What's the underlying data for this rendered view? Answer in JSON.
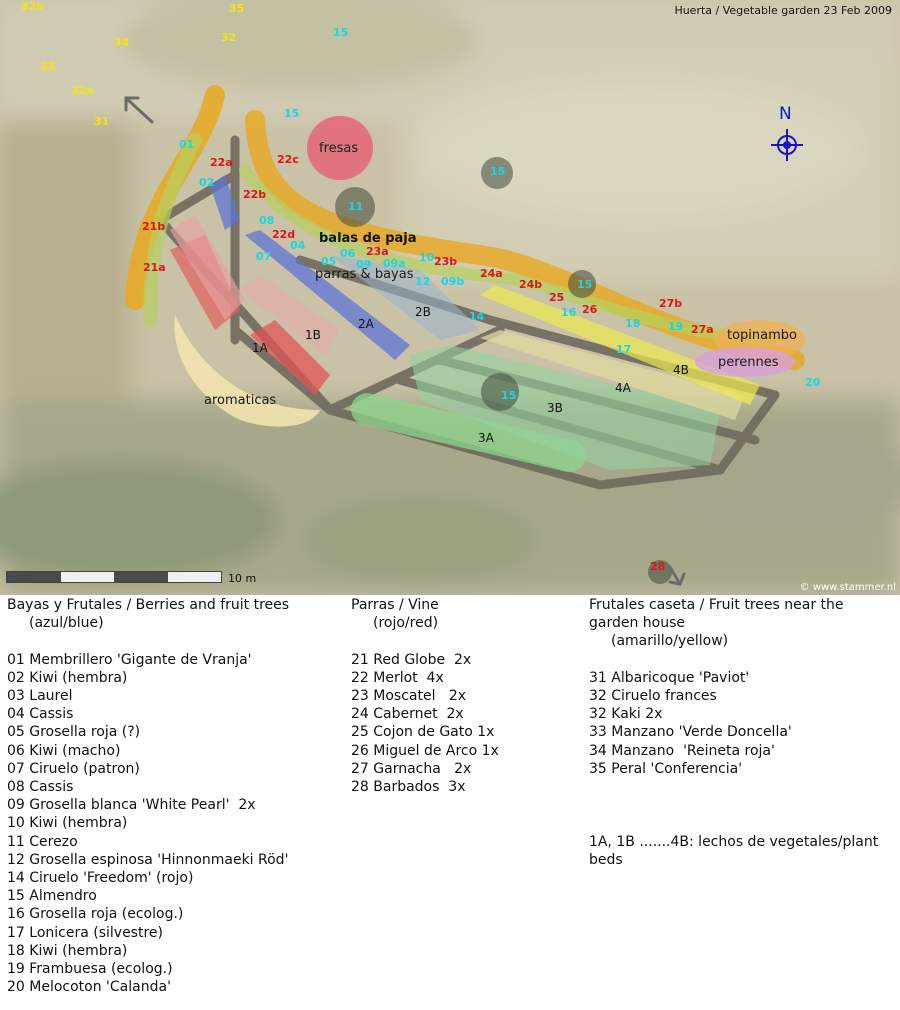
{
  "map": {
    "title": "Huerta / Vegetable garden 23 Feb 2009",
    "credit": "© www.stammer.nl",
    "scale_label": "10 m",
    "north_label": "N",
    "area_labels": {
      "fresas": "fresas",
      "balas": "balas de paja",
      "parras": "parras & bayas",
      "aromaticas": "aromaticas",
      "topinambo": "topinambo",
      "perennes": "perennes"
    },
    "bed_labels": {
      "b1A": "1A",
      "b1B": "1B",
      "b2A": "2A",
      "b2B": "2B",
      "b3A": "3A",
      "b3B": "3B",
      "b4A": "4A",
      "b4B": "4B"
    },
    "markers": [
      {
        "id": "m0",
        "text": "32b",
        "color": "yellow"
      },
      {
        "id": "m1",
        "text": "35",
        "color": "yellow"
      },
      {
        "id": "m2",
        "text": "34",
        "color": "yellow"
      },
      {
        "id": "m3",
        "text": "32",
        "color": "yellow"
      },
      {
        "id": "m4",
        "text": "33",
        "color": "yellow"
      },
      {
        "id": "m5",
        "text": "32a",
        "color": "yellow"
      },
      {
        "id": "m6",
        "text": "31",
        "color": "yellow"
      },
      {
        "id": "m7",
        "text": "15",
        "color": "blue"
      },
      {
        "id": "m8",
        "text": "15",
        "color": "blue"
      },
      {
        "id": "m9",
        "text": "01",
        "color": "blue"
      },
      {
        "id": "m10",
        "text": "22a",
        "color": "red"
      },
      {
        "id": "m11",
        "text": "22c",
        "color": "red"
      },
      {
        "id": "m12",
        "text": "15",
        "color": "blue"
      },
      {
        "id": "m13",
        "text": "02",
        "color": "blue"
      },
      {
        "id": "m14",
        "text": "22b",
        "color": "red"
      },
      {
        "id": "m15",
        "text": "11",
        "color": "blue"
      },
      {
        "id": "m16",
        "text": "21b",
        "color": "red"
      },
      {
        "id": "m17",
        "text": "08",
        "color": "blue"
      },
      {
        "id": "m18",
        "text": "22d",
        "color": "red"
      },
      {
        "id": "m19",
        "text": "04",
        "color": "blue"
      },
      {
        "id": "m20",
        "text": "07",
        "color": "blue"
      },
      {
        "id": "m21",
        "text": "05",
        "color": "blue"
      },
      {
        "id": "m22",
        "text": "06",
        "color": "blue"
      },
      {
        "id": "m23",
        "text": "09",
        "color": "blue"
      },
      {
        "id": "m24",
        "text": "23a",
        "color": "red"
      },
      {
        "id": "m25",
        "text": "10",
        "color": "blue"
      },
      {
        "id": "m26",
        "text": "09a",
        "color": "blue"
      },
      {
        "id": "m27",
        "text": "23b",
        "color": "red"
      },
      {
        "id": "m28",
        "text": "12",
        "color": "blue"
      },
      {
        "id": "m29",
        "text": "09b",
        "color": "blue"
      },
      {
        "id": "m30",
        "text": "21a",
        "color": "red"
      },
      {
        "id": "m31",
        "text": "24a",
        "color": "red"
      },
      {
        "id": "m32",
        "text": "24b",
        "color": "red"
      },
      {
        "id": "m33",
        "text": "15",
        "color": "blue"
      },
      {
        "id": "m34",
        "text": "25",
        "color": "red"
      },
      {
        "id": "m35",
        "text": "16",
        "color": "blue"
      },
      {
        "id": "m36",
        "text": "26",
        "color": "red"
      },
      {
        "id": "m37",
        "text": "27b",
        "color": "red"
      },
      {
        "id": "m38",
        "text": "14",
        "color": "blue"
      },
      {
        "id": "m39",
        "text": "18",
        "color": "blue"
      },
      {
        "id": "m40",
        "text": "19",
        "color": "blue"
      },
      {
        "id": "m41",
        "text": "27a",
        "color": "red"
      },
      {
        "id": "m42",
        "text": "17",
        "color": "blue"
      },
      {
        "id": "m43",
        "text": "20",
        "color": "blue"
      },
      {
        "id": "m44",
        "text": "15",
        "color": "blue"
      },
      {
        "id": "m45",
        "text": "28",
        "color": "red"
      }
    ]
  },
  "legend": {
    "berries": {
      "heading": "Bayas y Frutales / Berries and fruit trees",
      "subheading": "(azul/blue)",
      "items": [
        "01 Membrillero 'Gigante de Vranja'",
        "02 Kiwi (hembra)",
        "03 Laurel",
        "04 Cassis",
        "05 Grosella roja (?)",
        "06 Kiwi (macho)",
        "07 Ciruelo (patron)",
        "08 Cassis",
        "09 Grosella blanca 'White Pearl'  2x",
        "10 Kiwi (hembra)",
        "11 Cerezo",
        "12 Grosella espinosa 'Hinnonmaeki Röd'",
        "14 Ciruelo 'Freedom' (rojo)",
        "15 Almendro",
        "16 Grosella roja (ecolog.)",
        "17 Lonicera (silvestre)",
        "18 Kiwi (hembra)",
        "19 Frambuesa (ecolog.)",
        "20 Melocoton 'Calanda'"
      ]
    },
    "vine": {
      "heading": "Parras / Vine",
      "subheading": "(rojo/red)",
      "items": [
        "21 Red Globe  2x",
        "22 Merlot  4x",
        "23 Moscatel   2x",
        "24 Cabernet  2x",
        "25 Cojon de Gato 1x",
        "26 Miguel de Arco 1x",
        "27 Garnacha   2x",
        "28 Barbados  3x"
      ]
    },
    "house": {
      "heading": "Frutales caseta / Fruit trees near the garden house",
      "subheading": "(amarillo/yellow)",
      "items": [
        "31 Albaricoque 'Paviot'",
        "32 Ciruelo frances",
        "32 Kaki 2x",
        "33 Manzano 'Verde Doncella'",
        "34 Manzano  'Reineta roja'",
        "35 Peral 'Conferencia'"
      ],
      "note": "1A, 1B .......4B: lechos de vegetales/plant beds"
    }
  },
  "colors": {
    "blue": "#19d6e6",
    "red": "#e0141c",
    "yellow": "#f3e610",
    "north": "#1515d0"
  }
}
